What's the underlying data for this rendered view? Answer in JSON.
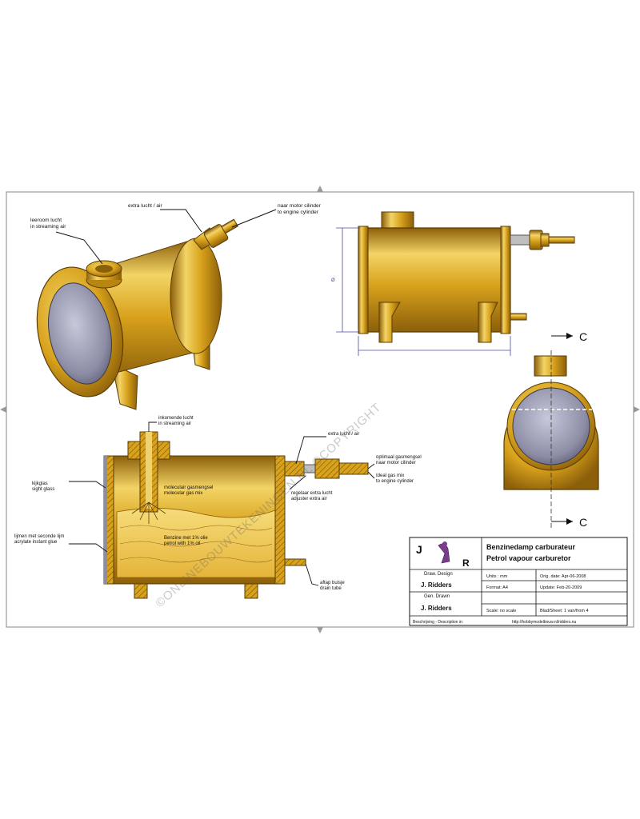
{
  "colors": {
    "brass": "#d8a21c",
    "brass_light": "#f3d466",
    "brass_dark": "#8c5f0a",
    "glass": "#8d8ea6",
    "border": "#9a9a9a",
    "leader": "#111111",
    "dimension": "#4a4aa0"
  },
  "callouts": {
    "iso_air_in": [
      "leeroom lucht",
      "in streaming air"
    ],
    "iso_extra_air": "extra lucht / air",
    "iso_to_cylinder": [
      "naar motor cilinder",
      "to engine cylinder"
    ],
    "side_dim_height": "Ø",
    "side_dim_length": "",
    "section_label_top": "C",
    "section_label_bottom": "C",
    "sec_air_in": [
      "inkomende lucht",
      "in streaming air"
    ],
    "sec_extra_air": "extra lucht / air",
    "sec_mix_nl_en": [
      "optimaal gasmengsel",
      "naar motor cilinder"
    ],
    "sec_mix_en": [
      "Ideal gas mix",
      "to engine cylinder"
    ],
    "sec_adjust": [
      "regelaar extra lucht",
      "adjuster extra air"
    ],
    "sec_glass": [
      "kijkglas",
      "sight glass"
    ],
    "sec_glue": [
      "lijmen met seconde lijm",
      "acrylate instant glue"
    ],
    "sec_molecular": [
      "moleculair gasmengsel",
      "molecular gas mix"
    ],
    "sec_petrol": [
      "Benzine met 1% olie",
      "petrol with 1% oil"
    ],
    "sec_drain": [
      "aftap buisje",
      "drain tube"
    ]
  },
  "watermark": "©ONLINEBOUWTEKENINGEN.NL ©COPYRIGHT",
  "title_block": {
    "logo_letters": [
      "J",
      "R"
    ],
    "title_nl": "Benzinedamp carburateur",
    "title_en": "Petrol vapour carburetor",
    "draw_design_label": "Draw. Design",
    "draw_design_name": "J. Ridders",
    "gen_drawn_label": "Gen. Drawn",
    "gen_drawn_name": "J. Ridders",
    "units": "Units : mm",
    "orig_date": "Orig. date: Apr-06-2008",
    "format": "Format: A4",
    "update": "Update: Feb-20-2009",
    "scale": "Scale: no scale",
    "sheet": "Blad/Sheet: 1 van/from 4",
    "description": "Beschrijving - Description in:",
    "url": "http://hobbymodelbouw.nl/ridders.nu"
  }
}
